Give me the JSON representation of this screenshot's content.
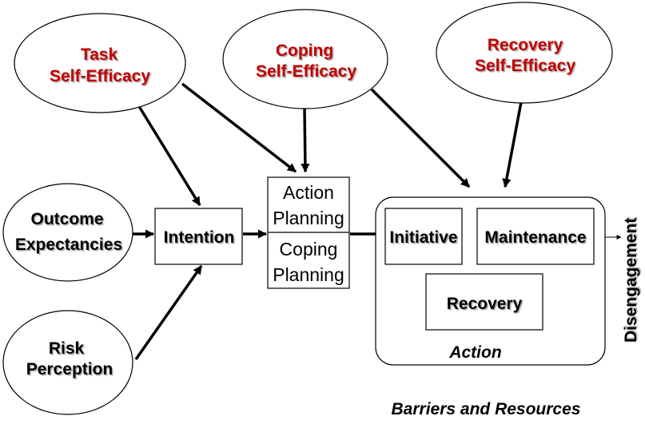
{
  "nodes": {
    "task_se": {
      "line1": "Task",
      "line2": "Self-Efficacy"
    },
    "coping_se": {
      "line1": "Coping",
      "line2": "Self-Efficacy"
    },
    "recovery_se": {
      "line1": "Recovery",
      "line2": "Self-Efficacy"
    },
    "outcome": {
      "line1": "Outcome",
      "line2": "Expectancies"
    },
    "risk": {
      "line1": "Risk",
      "line2": "Perception"
    },
    "intention": {
      "label": "Intention"
    },
    "action_planning": {
      "line1": "Action",
      "line2": "Planning"
    },
    "coping_planning": {
      "line1": "Coping",
      "line2": "Planning"
    },
    "initiative": {
      "label": "Initiative"
    },
    "maintenance": {
      "label": "Maintenance"
    },
    "recovery": {
      "label": "Recovery"
    },
    "action_group": {
      "label": "Action"
    },
    "disengagement": {
      "label": "Disengagement"
    }
  },
  "footer": {
    "label": "Barriers and Resources"
  },
  "colors": {
    "self_efficacy_text": "#c00000",
    "stroke": "#000000"
  }
}
